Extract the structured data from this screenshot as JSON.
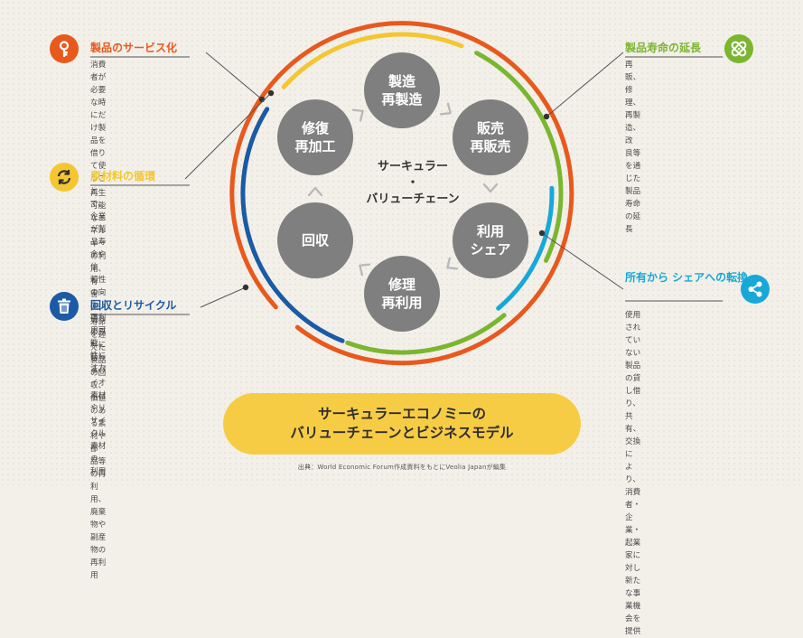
{
  "diagram": {
    "center_label": "サーキュラー\n・\nバリューチェーン",
    "nodes": [
      {
        "id": "manufacture",
        "label": "製造\n再製造"
      },
      {
        "id": "resale",
        "label": "販売\n再販売"
      },
      {
        "id": "share",
        "label": "利用\nシェア"
      },
      {
        "id": "repair-reuse",
        "label": "修理\n再利用"
      },
      {
        "id": "collect",
        "label": "回収"
      },
      {
        "id": "repair-reprocess",
        "label": "修復\n再加工"
      }
    ],
    "side_items": [
      {
        "id": "product-as-service",
        "title": "製品のサービス化",
        "color": "#e8591d",
        "icon": "key-icon",
        "description": "消費者が必要な時にだ\nけ製品を借りて使うこと\nで、企業が製品寿命や信\n頼性の向上、再利用可能\n性に注力"
      },
      {
        "id": "circular-supply",
        "title": "原材料の循環",
        "color": "#f4c632",
        "icon": "cycle-icon",
        "description": "再生可能なエネルギー\nの利用、有害・使い切り\nの原料に替わるバイオ\n素材やリサイクル素材の\n利用"
      },
      {
        "id": "recovery-recycling",
        "title": "回収とリサイクル",
        "color": "#1b5aa5",
        "icon": "trash-icon",
        "description": "寿命を迎えた製品の回\n収、価値のある素材や部\n品等の再利用、廃棄物や\n副産物の再利用"
      },
      {
        "id": "product-life-extension",
        "title": "製品寿命の延長",
        "color": "#7bb62f",
        "icon": "bandage-icon",
        "description": "再販、修理、再製造、改\n良等を通じた製品寿命\nの延長"
      },
      {
        "id": "sharing-platform",
        "title": "所有から\nシェアへの転換",
        "color": "#17a8d8",
        "icon": "share-icon",
        "description": "使用されていない製品\nの貸し借り、共有、交換\nにより、消費者・企業・\n起業家に対し新たな事\n業機会を提供"
      }
    ]
  },
  "banner": {
    "text": "サーキュラーエコノミーの\nバリューチェーンとビジネスモデル"
  },
  "source": {
    "text": "出典：World Economic Forum作成資料をもとにVeolia Japanが編集"
  },
  "colors": {
    "background": "#f3f0ea",
    "node_fill": "#7f7f7f",
    "arrow": "#b9b9b9",
    "ring_orange": "#e8591d",
    "ring_yellow": "#f4c632",
    "ring_blue": "#1b5aa5",
    "ring_green": "#7bb62f",
    "ring_cyan": "#17a8d8",
    "leader": "#555555",
    "banner": "#f7cc45"
  }
}
